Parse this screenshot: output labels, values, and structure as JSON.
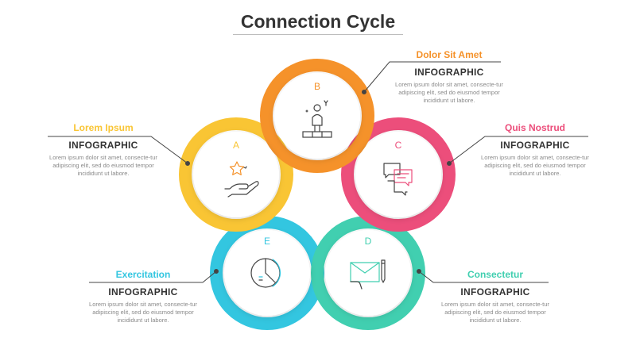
{
  "title": "Connection Cycle",
  "colors": {
    "orange": "#f5922a",
    "yellow": "#f9c534",
    "pink": "#ec4e7b",
    "teal": "#41cfb0",
    "cyan": "#33c6e0"
  },
  "nodes": {
    "a": {
      "letter": "A",
      "icon": "hand-star-icon",
      "color": "#f9c534"
    },
    "b": {
      "letter": "B",
      "icon": "person-podium-icon",
      "color": "#f5922a"
    },
    "c": {
      "letter": "C",
      "icon": "chat-bubbles-icon",
      "color": "#ec4e7b"
    },
    "d": {
      "letter": "D",
      "icon": "envelope-pen-icon",
      "color": "#41cfb0"
    },
    "e": {
      "letter": "E",
      "icon": "pie-chart-icon",
      "color": "#33c6e0"
    }
  },
  "labels": {
    "a": {
      "heading": "Lorem Ipsum",
      "sub": "INFOGRAPHIC",
      "desc": "Lorem ipsum dolor sit amet, consecte-tur adipiscing elit, sed do eiusmod tempor incididunt ut labore."
    },
    "b": {
      "heading": "Dolor Sit Amet",
      "sub": "INFOGRAPHIC",
      "desc": "Lorem ipsum dolor sit amet, consecte-tur adipiscing elit, sed do eiusmod tempor incididunt ut labore."
    },
    "c": {
      "heading": "Quis Nostrud",
      "sub": "INFOGRAPHIC",
      "desc": "Lorem ipsum dolor sit amet, consecte-tur adipiscing elit, sed do eiusmod tempor incididunt ut labore."
    },
    "d": {
      "heading": "Consectetur",
      "sub": "INFOGRAPHIC",
      "desc": "Lorem ipsum dolor sit amet, consecte-tur adipiscing elit, sed do eiusmod tempor incididunt ut labore."
    },
    "e": {
      "heading": "Exercitation",
      "sub": "INFOGRAPHIC",
      "desc": "Lorem ipsum dolor sit amet, consecte-tur adipiscing elit, sed do eiusmod tempor incididunt ut labore."
    }
  }
}
